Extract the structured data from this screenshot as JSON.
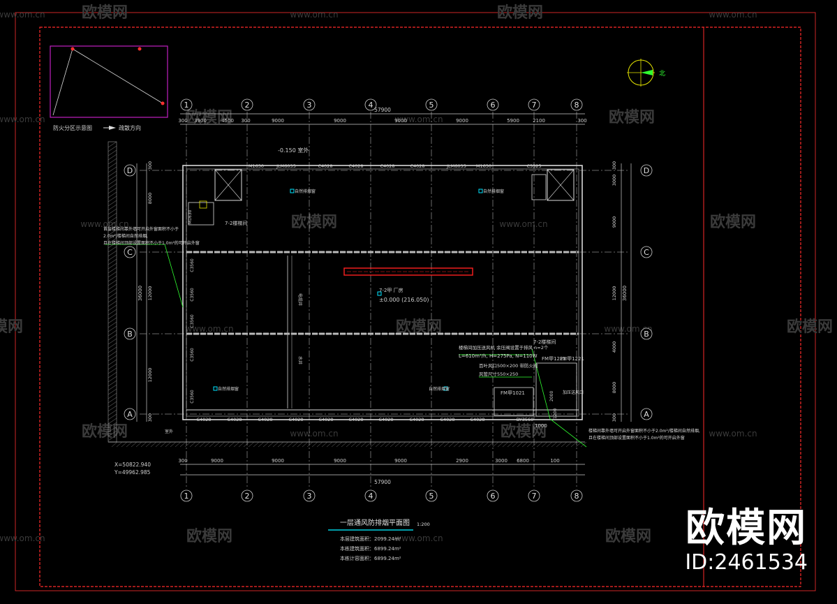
{
  "drawing": {
    "title": "一层通风防排烟平面图",
    "scale": "1:200",
    "stats": [
      "本层建筑面积：2099.24m²",
      "本栋建筑面积：6899.24m²",
      "本栋计容面积：6899.24m²"
    ],
    "north_label": "北",
    "axes_x": [
      "1",
      "2",
      "3",
      "4",
      "5",
      "6",
      "7",
      "8"
    ],
    "axes_y": [
      "D",
      "C",
      "B",
      "A"
    ],
    "dims_top": [
      "300",
      "3900",
      "4500",
      "300",
      "9000",
      "9000",
      "9000",
      "9000",
      "5900",
      "2100",
      "300"
    ],
    "dims_bottom": [
      "300",
      "9000",
      "9000",
      "9000",
      "9000",
      "2900",
      "3000",
      "6800",
      "100"
    ],
    "total_dim": "57900",
    "dims_left": [
      "300",
      "8000",
      "12000",
      "12000",
      "300"
    ],
    "dims_left_total": "36000",
    "dims_right": [
      "300",
      "3000",
      "9000",
      "12000",
      "4000",
      "8000",
      "300"
    ],
    "dims_right_total": "36000",
    "window_tags_top": [
      "M1630",
      "JLM6035",
      "C4028",
      "C4028",
      "C4028",
      "C4028",
      "JLM6035",
      "M1630",
      "C5325"
    ],
    "window_tags_bottom": [
      "C4028",
      "C4028",
      "C4028",
      "C4028",
      "C4028",
      "C4028",
      "C4028",
      "C4028",
      "C4028",
      "C4028",
      "BY3560"
    ],
    "window_tags_left": [
      "C3560",
      "C3560",
      "C3560",
      "C3560",
      "C3560"
    ],
    "level_top": "-0.150 室外",
    "level_main": "±0.000 (216.050)",
    "room_label": "7-2甲 厂房",
    "stair_labels": [
      "7-2楼梯间",
      "7-2楼梯间"
    ],
    "door_tags": [
      "FM甲1021",
      "FM甲1221",
      "FM甲1221",
      "M1630"
    ],
    "fan_note": [
      "楼梯间加压送风机 余压阀设置于排风 n=2个",
      "L=610m³/h, H=275Pa, N=110W"
    ],
    "duct_note": [
      "百叶风口500×200 带防火阀",
      "风管尺寸550×250"
    ],
    "note_left": [
      "首层楼梯间靠外墙可开启外窗面积不小于",
      "2.0m²/楼梯间自然排烟,",
      "且在楼梯间顶部设置面积不小于1.0m²的可开启外窗"
    ],
    "note_right": [
      "楼梯间靠外墙可开启外窗面积不小于2.0m²/楼梯间自然排烟,",
      "且在楼梯间顶部设置面积不小于1.0m²的可开启外窗"
    ],
    "coords": [
      "X=50822.940",
      "Y=49962.985"
    ],
    "legend_title": "防火分区示意图",
    "legend_arrow": "疏散方向",
    "extra_labels": [
      "自然排烟窗",
      "自然排烟窗",
      "自然排烟窗",
      "自然排烟窗",
      "电缆井",
      "水井",
      "加压送风口",
      "室外"
    ],
    "inner_dims": [
      "1000",
      "1200",
      "2000"
    ]
  },
  "watermark": {
    "brand": "欧模网",
    "url": "www.om.cn",
    "big_logo": "欧模网",
    "id": "ID:2461534"
  },
  "colors": {
    "border": "#ff2a2a",
    "line": "#d8d8d8",
    "axis": "#cfcfcf",
    "cyan": "#00e5ff",
    "green": "#30ff30",
    "magenta": "#c020c0",
    "yellow": "#e8e800"
  }
}
